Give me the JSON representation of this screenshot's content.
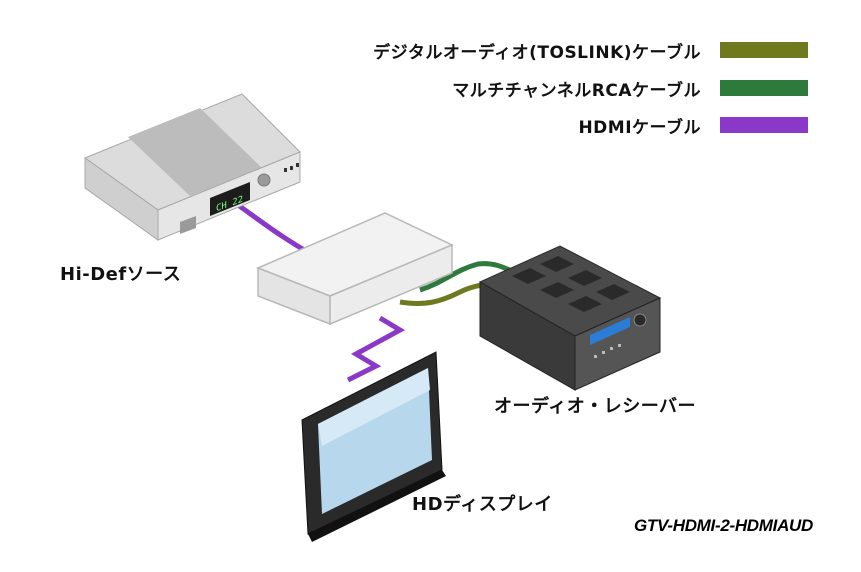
{
  "legend": [
    {
      "label": "デジタルオーディオ(TOSLINK)ケーブル",
      "color": "#6f7a1e"
    },
    {
      "label": "マルチチャンネルRCAケーブル",
      "color": "#2e7a3c"
    },
    {
      "label": "HDMIケーブル",
      "color": "#8a38c8"
    }
  ],
  "devices": {
    "source": "Hi-Defソース",
    "receiver": "オーディオ・レシーバー",
    "display": "HDディスプレイ",
    "source_display_readout": "CH 22"
  },
  "model": "GTV-HDMI-2-HDMIAUD"
}
